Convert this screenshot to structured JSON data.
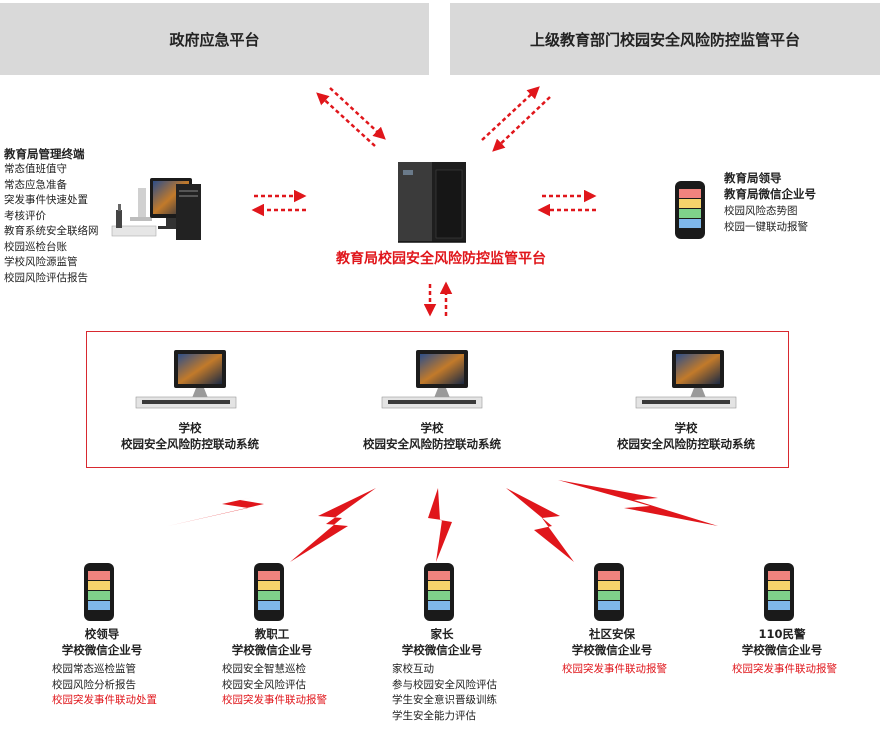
{
  "top_boxes": {
    "left": "政府应急平台",
    "right": "上级教育部门校园安全风险防控监管平台"
  },
  "platform": {
    "title": "教育局校园安全风险防控监管平台"
  },
  "terminal": {
    "title": "教育局管理终端",
    "items": [
      "常态值班值守",
      "常态应急准备",
      "突发事件快速处置",
      "考核评价",
      "教育系统安全联络网",
      "校园巡检台账",
      "学校风险源监管",
      "校园风险评估报告"
    ]
  },
  "leader": {
    "title_1": "教育局领导",
    "title_2": "教育局微信企业号",
    "items": [
      "校园风险态势图",
      "校园一键联动报警"
    ]
  },
  "schools": [
    {
      "line1": "学校",
      "line2": "校园安全风险防控联动系统"
    },
    {
      "line1": "学校",
      "line2": "校园安全风险防控联动系统"
    },
    {
      "line1": "学校",
      "line2": "校园安全风险防控联动系统"
    }
  ],
  "users": [
    {
      "title_1": "校领导",
      "title_2": "学校微信企业号",
      "items": [
        {
          "text": "校园常态巡检监管",
          "red": false
        },
        {
          "text": "校园风险分析报告",
          "red": false
        },
        {
          "text": "校园突发事件联动处置",
          "red": true
        }
      ]
    },
    {
      "title_1": "教职工",
      "title_2": "学校微信企业号",
      "items": [
        {
          "text": "校园安全智慧巡检",
          "red": false
        },
        {
          "text": "校园安全风险评估",
          "red": false
        },
        {
          "text": "校园突发事件联动报警",
          "red": true
        }
      ]
    },
    {
      "title_1": "家长",
      "title_2": "学校微信企业号",
      "items": [
        {
          "text": "家校互动",
          "red": false
        },
        {
          "text": "参与校园安全风险评估",
          "red": false
        },
        {
          "text": "学生安全意识晋级训练",
          "red": false
        },
        {
          "text": "学生安全能力评估",
          "red": false
        }
      ]
    },
    {
      "title_1": "社区安保",
      "title_2": "学校微信企业号",
      "items": [
        {
          "text": "校园突发事件联动报警",
          "red": true
        }
      ]
    },
    {
      "title_1": "110民警",
      "title_2": "学校微信企业号",
      "items": [
        {
          "text": "校园突发事件联动报警",
          "red": true
        }
      ]
    }
  ],
  "colors": {
    "accent_red": "#e0161b",
    "top_box_gray": "#d9d9d9",
    "phone_screen_red": "#f0837e",
    "phone_screen_yellow": "#f7d36b",
    "phone_screen_green": "#7fd18a",
    "phone_screen_blue": "#7fb7ea"
  }
}
